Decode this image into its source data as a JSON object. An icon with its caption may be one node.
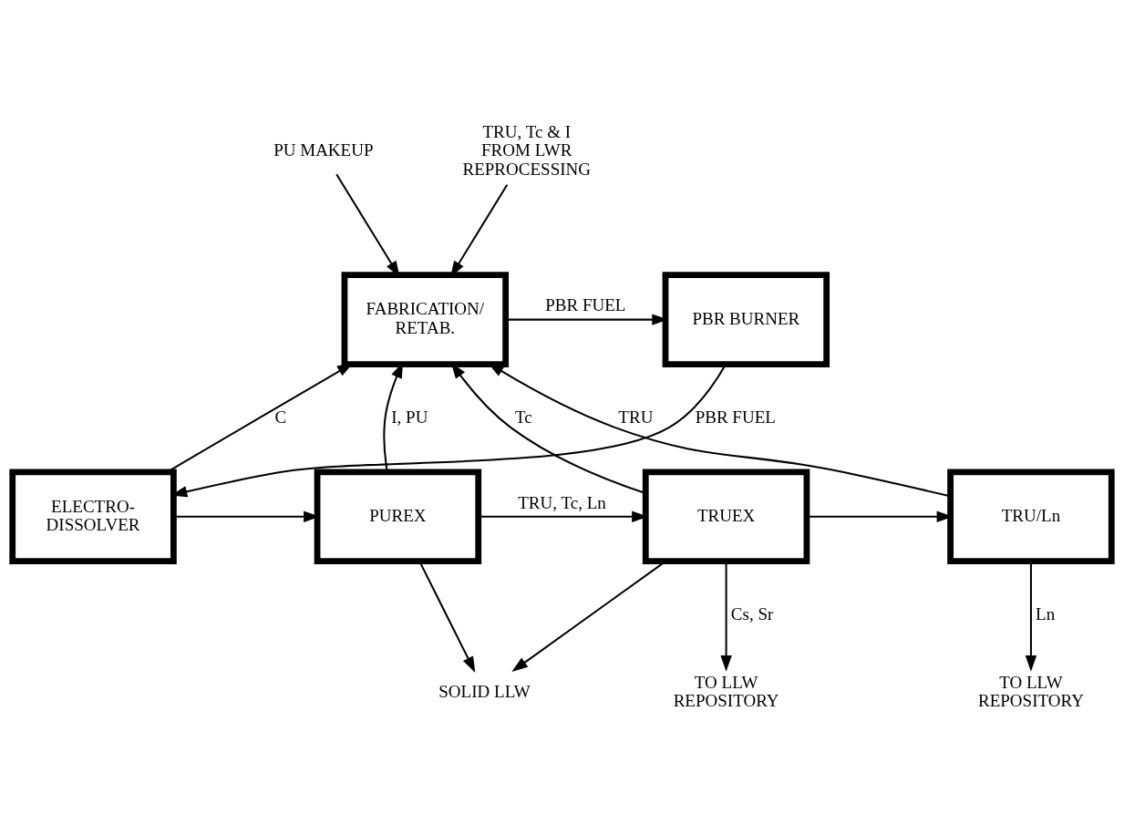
{
  "diagram": {
    "nodes": [
      {
        "text": [
          "PU MAKEUP"
        ]
      },
      {
        "text": [
          "TRU, Tc & I FROM LWR REPROCESSING"
        ]
      },
      {
        "text": [
          "PBR BURNER"
        ]
      },
      {
        "text": [
          "FABRICATION/ RETAB."
        ]
      },
      {
        "text": [
          "ELECTRO- DISSOLVER"
        ]
      },
      {
        "text": [
          "PUREX"
        ]
      },
      {
        "text": [
          "TRUEX"
        ]
      },
      {
        "text": [
          "TRU/Ln"
        ]
      },
      {
        "text": [
          "SOLID LLW"
        ]
      },
      {
        "text": [
          "TO LLW REPOSITORY"
        ]
      },
      {
        "text": [
          "TO LLW REPOSITORY"
        ]
      }
    ],
    "edges": [
      {
        "from": 0,
        "to": 3,
        "arrow": "to"
      },
      {
        "from": 1,
        "to": 3,
        "arrow": "to"
      },
      {
        "from": 3,
        "to": 2,
        "arrow": "to",
        "label": "PBR FUEL"
      },
      {
        "from": 2,
        "to": 4,
        "arrow": "to",
        "label": "PBR FUEL"
      },
      {
        "from": 4,
        "to": 3,
        "arrow": "to",
        "label": "C"
      },
      {
        "from": 4,
        "to": 5,
        "arrow": "to"
      },
      {
        "from": 5,
        "to": 3,
        "arrow": "to",
        "label": "I, PU"
      },
      {
        "from": 5,
        "to": 6,
        "arrow": "to",
        "label": "TRU, Tc, Ln"
      },
      {
        "from": 6,
        "to": 7,
        "arrow": "to"
      },
      {
        "from": 6,
        "to": 3,
        "arrow": "to",
        "label": "Tc"
      },
      {
        "from": 7,
        "to": 3,
        "arrow": "to",
        "label": "TRU"
      },
      {
        "from": 5,
        "to": 8,
        "arrow": "to"
      },
      {
        "from": 6,
        "to": 8,
        "arrow": "to"
      },
      {
        "from": 6,
        "to": 9,
        "arrow": "to",
        "label": "Cs, Sr"
      },
      {
        "from": 7,
        "to": 10,
        "arrow": "to",
        "label": "Ln"
      }
    ]
  }
}
